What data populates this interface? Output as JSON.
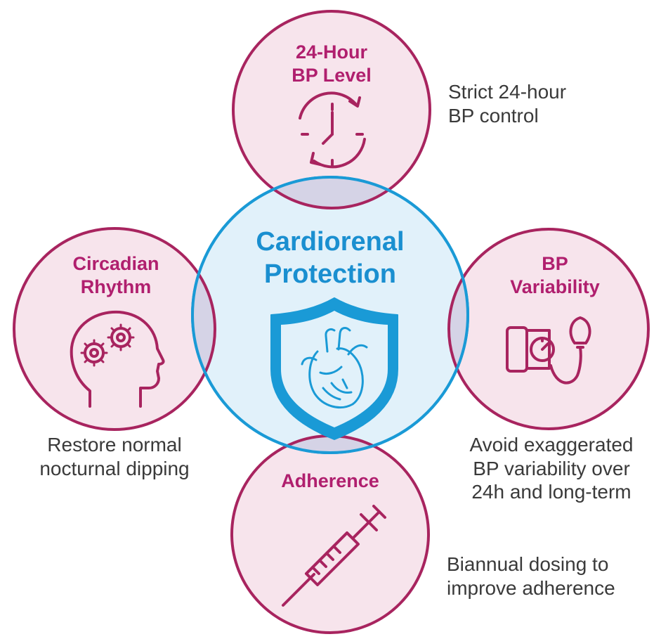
{
  "colors": {
    "node_stroke": "#a8245f",
    "node_fill": "#f7e4ec",
    "overlap_fill": "#d5d3e6",
    "center_stroke": "#1a9ad6",
    "center_fill": "#e1f1fa",
    "node_text": "#b01f6e",
    "center_text": "#1a8fd0",
    "desc_text": "#3a3a3a"
  },
  "center": {
    "title_line1": "Cardiorenal",
    "title_line2": "Protection",
    "icon": "heart-shield-icon"
  },
  "nodes": {
    "top": {
      "title_line1": "24-Hour",
      "title_line2": "BP Level",
      "icon": "clock-cycle-icon",
      "desc_line1": "Strict 24-hour",
      "desc_line2": "BP control"
    },
    "right": {
      "title_line1": "BP",
      "title_line2": "Variability",
      "icon": "bp-monitor-icon",
      "desc_line1": "Avoid exaggerated",
      "desc_line2": "BP variability over",
      "desc_line3": "24h and long-term"
    },
    "left": {
      "title_line1": "Circadian",
      "title_line2": "Rhythm",
      "icon": "brain-gears-icon",
      "desc_line1": "Restore normal",
      "desc_line2": "nocturnal dipping"
    },
    "bottom": {
      "title_line1": "Adherence",
      "icon": "syringe-icon",
      "desc_line1": "Biannual dosing to",
      "desc_line2": "improve adherence"
    }
  }
}
